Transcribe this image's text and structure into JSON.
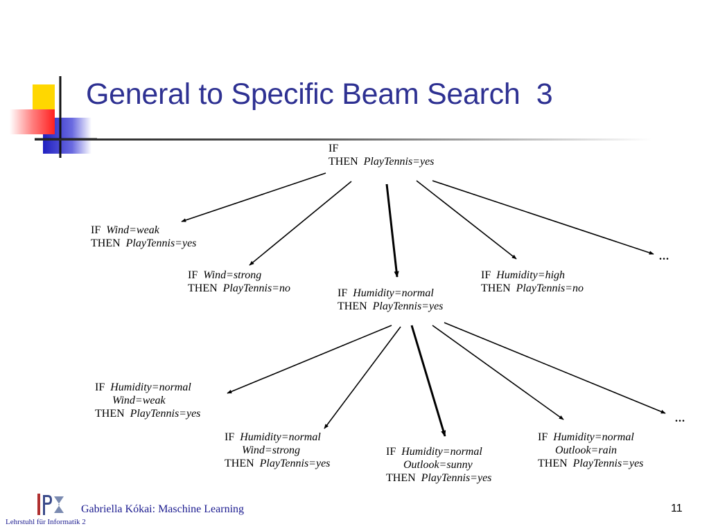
{
  "slide": {
    "title": "General to Specific Beam Search  3",
    "footer": "Gabriella Kókai: Maschine Learning",
    "subfooter": "Lehrstuhl für Informatik 2",
    "page_number": "11"
  },
  "tree": {
    "root": {
      "if": "IF",
      "then": "THEN",
      "then_val": "PlayTennis=yes"
    },
    "level1": [
      {
        "cond": "Wind=weak",
        "then_val": "PlayTennis=yes"
      },
      {
        "cond": "Wind=strong",
        "then_val": "PlayTennis=no"
      },
      {
        "cond": "Humidity=normal",
        "then_val": "PlayTennis=yes"
      },
      {
        "cond": "Humidity=high",
        "then_val": "PlayTennis=no"
      }
    ],
    "level2": [
      {
        "cond1": "Humidity=normal",
        "cond2": "Wind=weak",
        "then_val": "PlayTennis=yes"
      },
      {
        "cond1": "Humidity=normal",
        "cond2": "Wind=strong",
        "then_val": "PlayTennis=yes"
      },
      {
        "cond1": "Humidity=normal",
        "cond2": "Outlook=sunny",
        "then_val": "PlayTennis=yes"
      },
      {
        "cond1": "Humidity=normal",
        "cond2": "Outlook=rain",
        "then_val": "PlayTennis=yes"
      }
    ],
    "ellipsis": "..."
  },
  "colors": {
    "title": "#2e3192",
    "deco_yellow": "#ffd700",
    "deco_red": "#ff3333",
    "deco_blue": "#3333cc"
  }
}
